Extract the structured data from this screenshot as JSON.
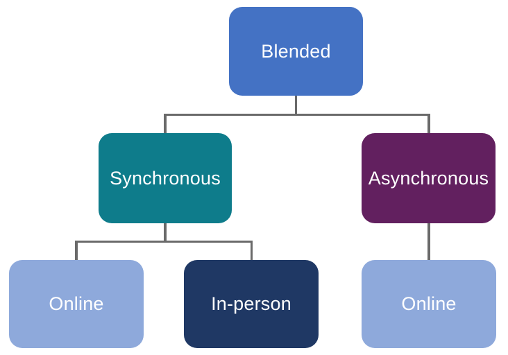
{
  "diagram": {
    "type": "tree",
    "levels": 3
  },
  "colors": {
    "background": "#FFFFFF",
    "node_text": "#FFFFFF",
    "connector": "#6A6A6A",
    "blended": "#4472C4",
    "synchronous": "#0E7C8B",
    "asynchronous": "#62205F",
    "online": "#8EA9DB",
    "in_person": "#1F3864"
  },
  "nodes": {
    "blended": {
      "label": "Blended",
      "color": "#4472C4",
      "parent": null
    },
    "synchronous": {
      "label": "Synchronous",
      "color": "#0E7C8B",
      "parent": "Blended"
    },
    "asynchronous": {
      "label": "Asynchronous",
      "color": "#62205F",
      "parent": "Blended"
    },
    "online_left": {
      "label": "Online",
      "color": "#8EA9DB",
      "parent": "Synchronous"
    },
    "in_person": {
      "label": "In-person",
      "color": "#1F3864",
      "parent": "Synchronous"
    },
    "online_right": {
      "label": "Online",
      "color": "#8EA9DB",
      "parent": "Asynchronous"
    }
  }
}
